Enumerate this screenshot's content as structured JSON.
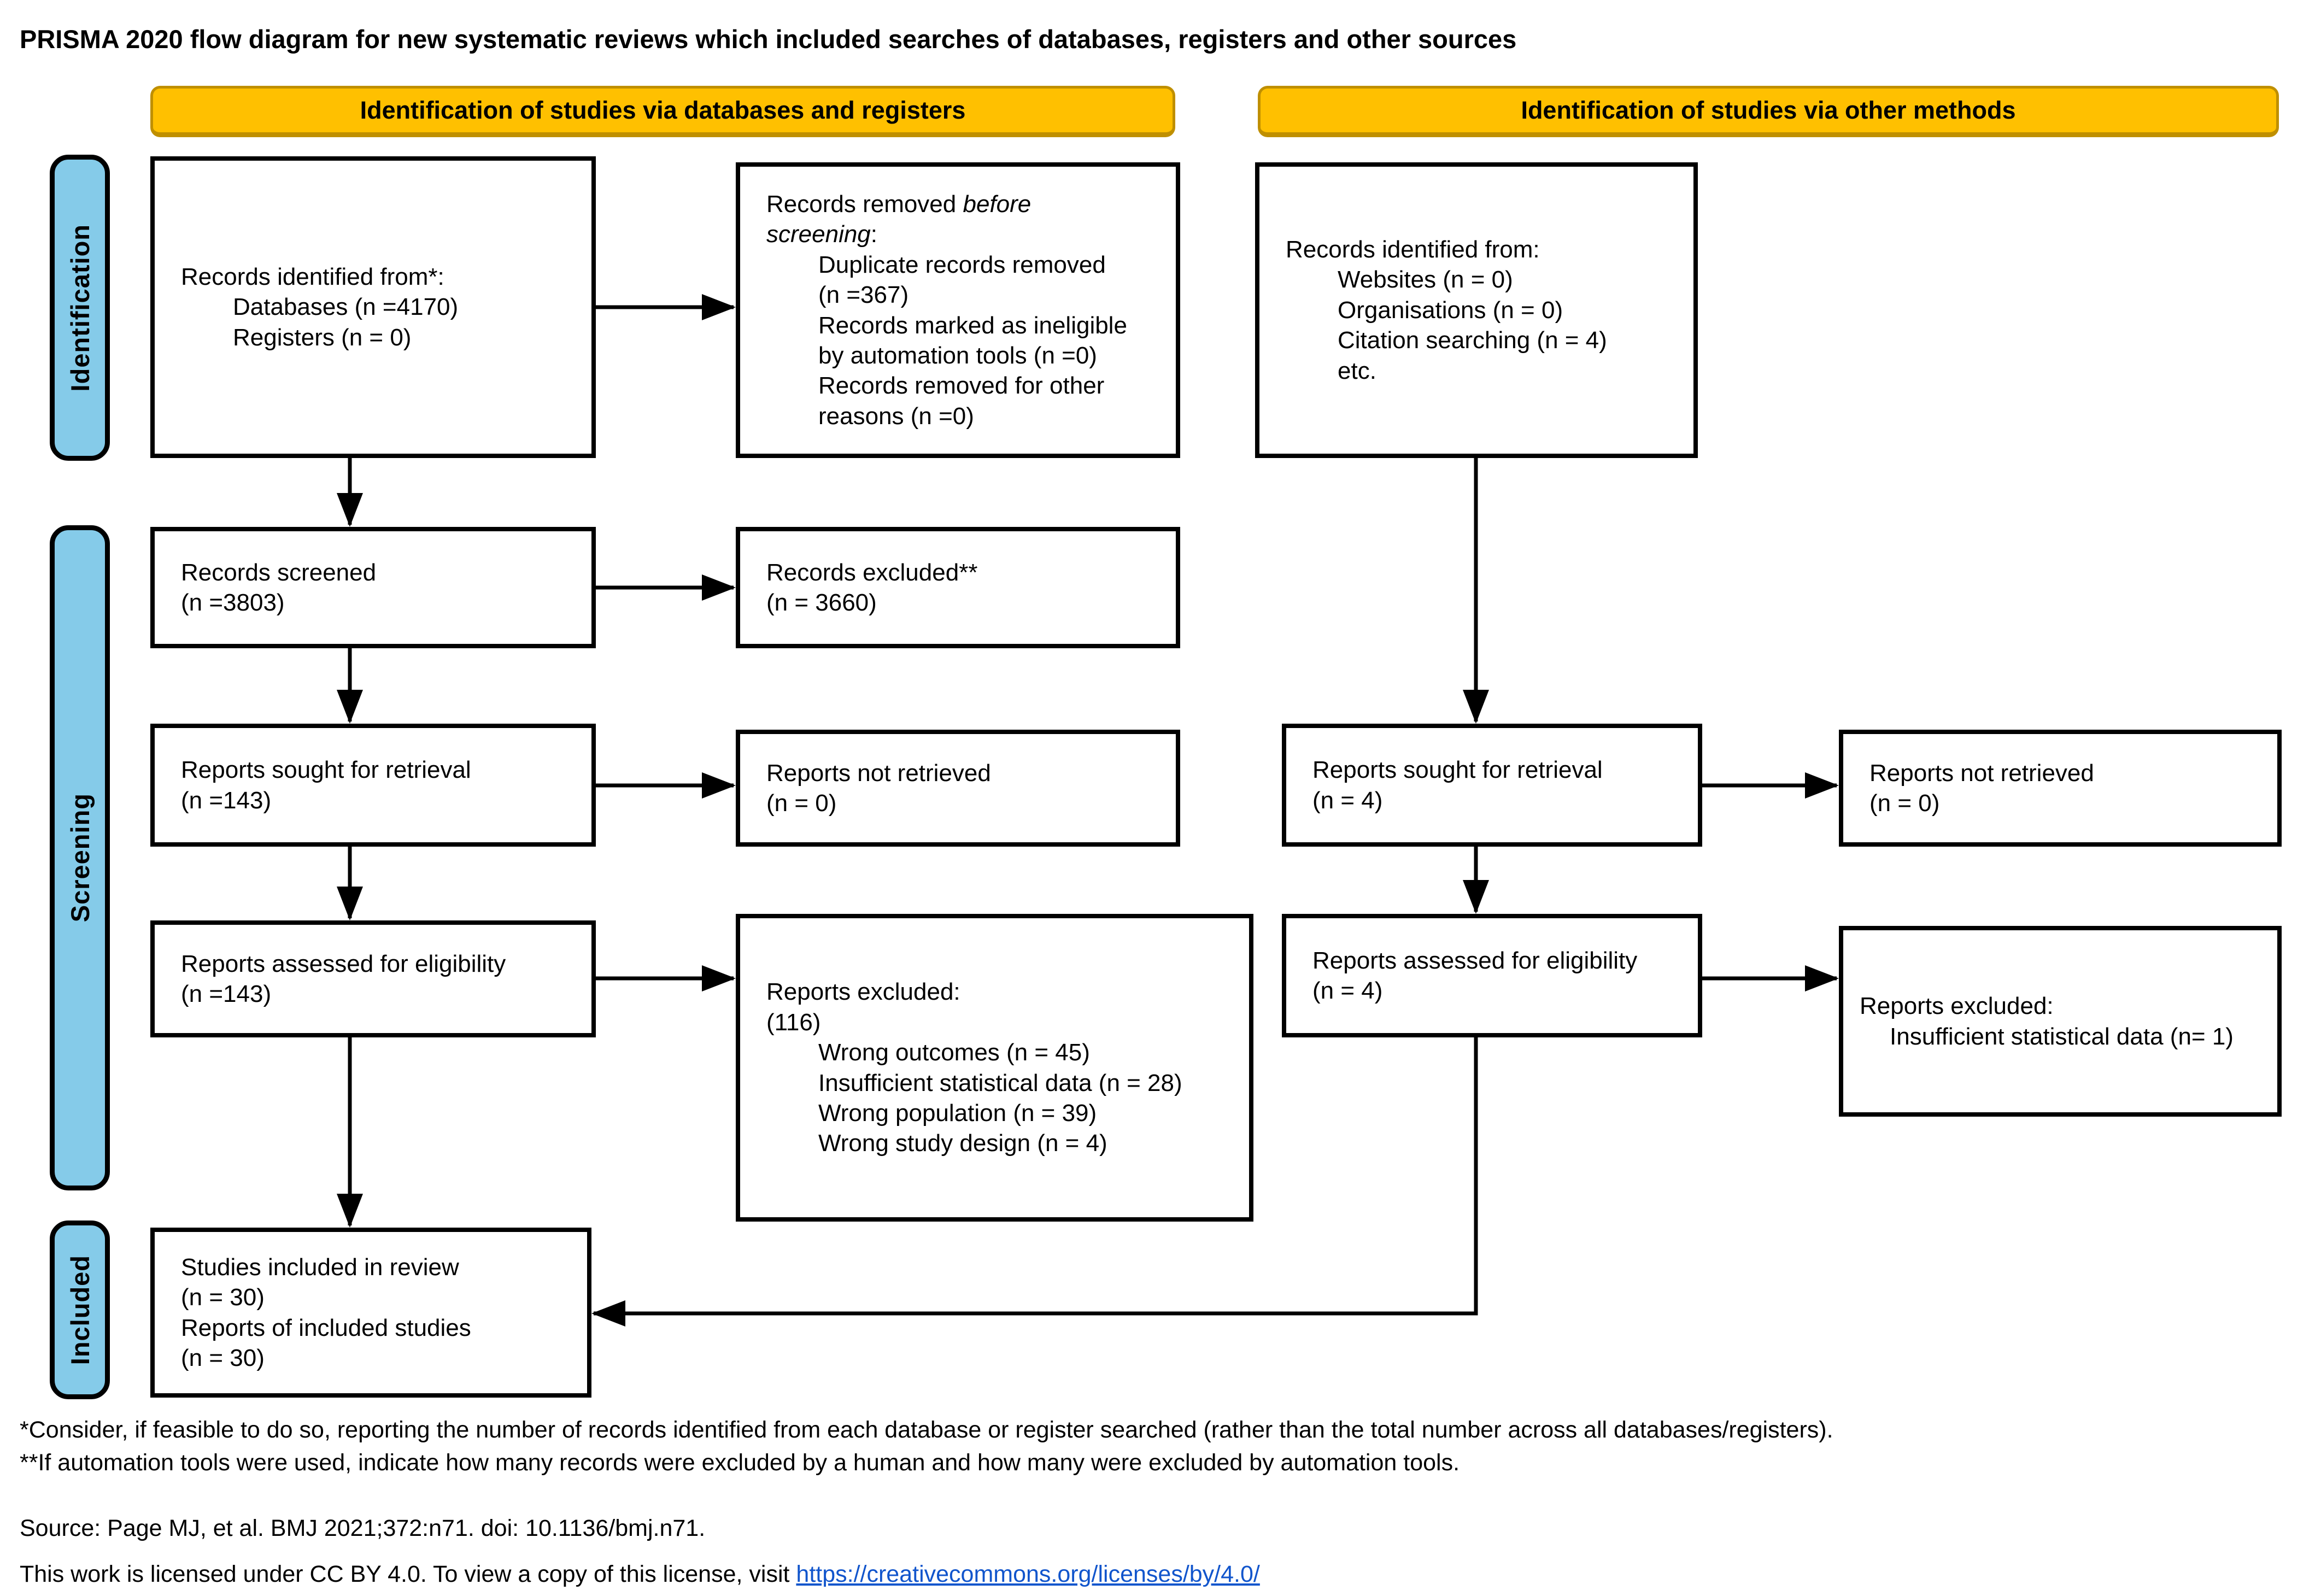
{
  "title": "PRISMA 2020 flow diagram for new systematic reviews which included searches of databases, registers and other sources",
  "headers": {
    "databases": "Identification of studies via databases and registers",
    "other": "Identification of studies via other methods"
  },
  "sidebar": {
    "identification": "Identification",
    "screening": "Screening",
    "included": "Included"
  },
  "boxes": {
    "records_identified_db": {
      "title": "Records identified from*:",
      "items": [
        "Databases (n =4170)",
        "Registers (n = 0)"
      ]
    },
    "records_removed": {
      "title_prefix": "Records removed ",
      "title_italic": "before screening",
      "title_suffix": ":",
      "items": [
        "Duplicate records removed\n(n =367)",
        "Records marked as ineligible\nby automation tools (n =0)",
        "Records removed for other\nreasons (n =0)"
      ]
    },
    "records_identified_other": {
      "title": "Records identified from:",
      "items": [
        "Websites (n = 0)",
        "Organisations (n = 0)",
        "Citation searching (n = 4)",
        "etc."
      ]
    },
    "records_screened": {
      "lines": "Records screened\n(n =3803)"
    },
    "records_excluded": {
      "lines": "Records excluded**\n(n = 3660)"
    },
    "reports_sought_db": {
      "lines": "Reports sought for retrieval\n(n =143)"
    },
    "reports_not_retrieved_db": {
      "lines": "Reports not retrieved\n(n = 0)"
    },
    "reports_sought_other": {
      "lines": "Reports sought for retrieval\n(n = 4)"
    },
    "reports_not_retrieved_other": {
      "lines": "Reports not retrieved\n(n = 0)"
    },
    "reports_assessed_db": {
      "lines": "Reports assessed for eligibility\n(n =143)"
    },
    "reports_excluded_db": {
      "title": "Reports excluded:\n(116)",
      "items": [
        "Wrong outcomes (n = 45)",
        "Insufficient statistical data (n = 28)",
        "Wrong population (n = 39)",
        "Wrong study design (n = 4)"
      ]
    },
    "reports_assessed_other": {
      "lines": "Reports assessed for eligibility\n(n = 4)"
    },
    "reports_excluded_other": {
      "title": "Reports excluded:",
      "items": [
        "Insufficient statistical data (n= 1)"
      ]
    },
    "studies_included": {
      "lines": "Studies included in review\n(n = 30)\nReports of included studies\n(n = 30)"
    }
  },
  "footnotes": {
    "asterisk": "*Consider, if feasible to do so, reporting the number of records identified from each database or register searched (rather than the total number across all databases/registers).",
    "double_asterisk": "**If automation tools were used, indicate how many records were excluded by a human and how many were excluded by automation tools."
  },
  "source": "Source: Page MJ, et al. BMJ 2021;372:n71. doi: 10.1136/bmj.n71.",
  "license": {
    "text": "This work is licensed under CC BY 4.0. To view a copy of this license, visit ",
    "link": "https://creativecommons.org/licenses/by/4.0/"
  },
  "colors": {
    "header_fill": "#FFC000",
    "header_border": "#BF8F00",
    "sidebar_fill": "#85CBE9",
    "box_border": "#000000",
    "link": "#1155CC"
  }
}
